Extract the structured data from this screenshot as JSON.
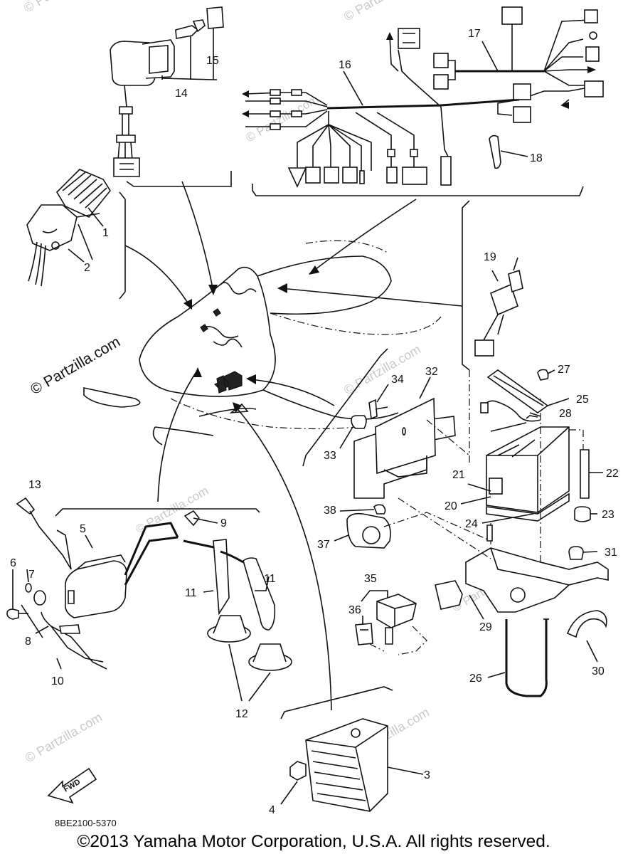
{
  "watermarks": [
    "© Partzilla.com",
    "© Partzilla.com",
    "© Partzilla.com",
    "© Partzilla.com",
    "© Partzilla.com",
    "© Partzilla.com",
    "© Partzilla.com",
    "© Partzilla.com"
  ],
  "side_watermark": "© Partzilla.com",
  "callouts": [
    "1",
    "2",
    "3",
    "4",
    "5",
    "6",
    "7",
    "8",
    "9",
    "10",
    "11",
    "11",
    "12",
    "13",
    "14",
    "15",
    "16",
    "17",
    "18",
    "19",
    "20",
    "21",
    "22",
    "23",
    "24",
    "25",
    "26",
    "27",
    "28",
    "29",
    "30",
    "31",
    "32",
    "33",
    "34",
    "35",
    "36",
    "37",
    "38"
  ],
  "fwd_label": "FWD",
  "diagram_code": "8BE2100-5370",
  "copyright": "©2013 Yamaha Motor Corporation, U.S.A. All rights reserved."
}
